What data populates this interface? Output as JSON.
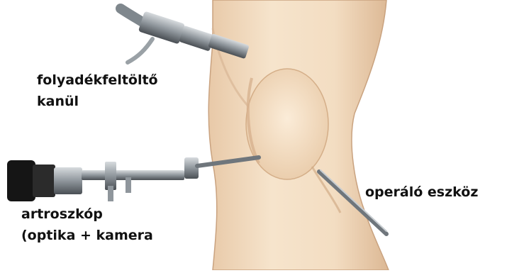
{
  "labels": {
    "fluid_cannula": {
      "line1": "folyadékfeltöltő",
      "line2": "kanül"
    },
    "arthroscope": {
      "line1": "artroszkóp",
      "line2": "(optika + kamera"
    },
    "operating_tool": {
      "line1": "operáló eszköz"
    }
  },
  "colors": {
    "skin": "#f2dcc0",
    "skin_shadow": "#d9b796",
    "steel": "#8f969c",
    "steel_dark": "#4a4f54",
    "eyepiece": "#151515",
    "text": "#111111"
  },
  "icons": {
    "arthroscope": "arthroscope-icon",
    "cannula": "cannula-icon",
    "tool": "probe-icon"
  }
}
